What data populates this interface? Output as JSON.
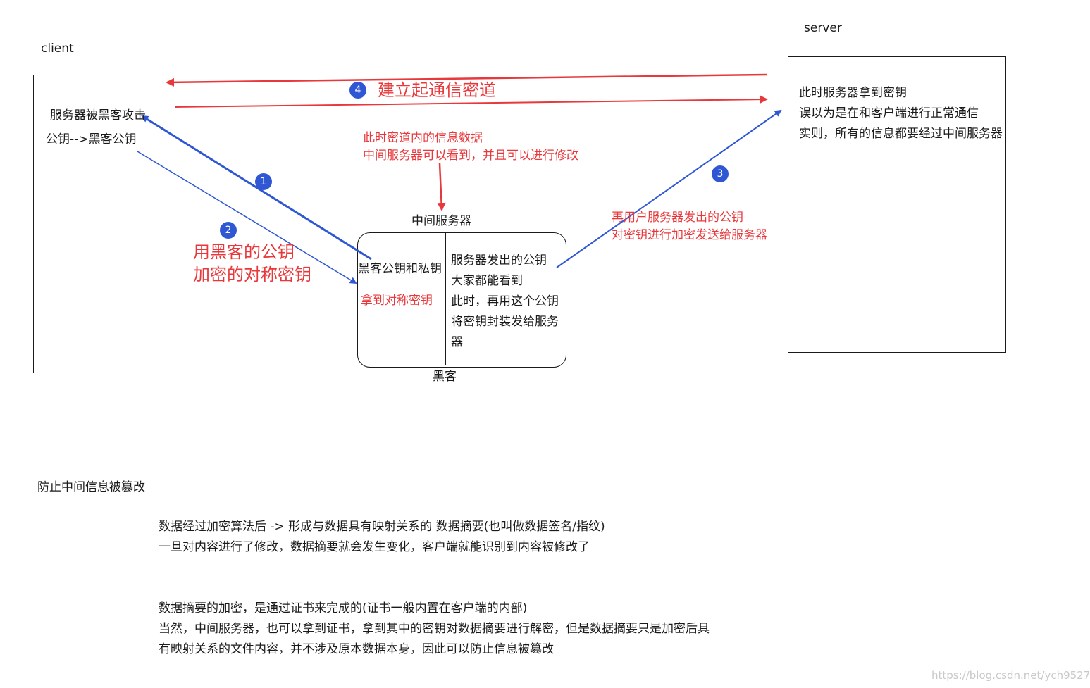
{
  "client": {
    "label": "client",
    "line1": "服务器被黑客攻击",
    "line2": "公钥-->黑客公钥"
  },
  "server": {
    "label": "server",
    "lines": [
      "此时服务器拿到密钥",
      "误以为是在和客户端进行正常通信",
      "实则，所有的信息都要经过中间服务器"
    ]
  },
  "middle": {
    "title": "中间服务器",
    "left_text": "黑客公钥和私钥",
    "left_red": "拿到对称密钥",
    "right_lines": [
      "服务器发出的公钥",
      "大家都能看到",
      "此时，再用这个公钥",
      "将密钥封装发给服务",
      "器"
    ],
    "bottom_label": "黑客"
  },
  "steps": {
    "b1": "1",
    "b2": "2",
    "b3": "3",
    "b4": "4",
    "step2_lines": [
      "用黑客的公钥",
      "加密的对称密钥"
    ],
    "step3_lines": [
      "再用户服务器发出的公钥",
      "对密钥进行加密发送给服务器"
    ],
    "step4": "建立起通信密道"
  },
  "channel_note": [
    "此时密道内的信息数据",
    "中间服务器可以看到，并且可以进行修改"
  ],
  "section": {
    "heading": "防止中间信息被篡改",
    "para1": [
      "数据经过加密算法后 -> 形成与数据具有映射关系的 数据摘要(也叫做数据签名/指纹)",
      "一旦对内容进行了修改，数据摘要就会发生变化，客户端就能识别到内容被修改了"
    ],
    "para2": [
      "数据摘要的加密，是通过证书来完成的(证书一般内置在客户端的内部)",
      "当然，中间服务器，也可以拿到证书，拿到其中的密钥对数据摘要进行解密，但是数据摘要只是加密后具",
      "有映射关系的文件内容，并不涉及原本数据本身，因此可以防止信息被篡改"
    ]
  },
  "watermark": "https://blog.csdn.net/ych9527",
  "colors": {
    "red": "#e8383b",
    "blue": "#2f57d4",
    "text": "#1a1a1a"
  }
}
